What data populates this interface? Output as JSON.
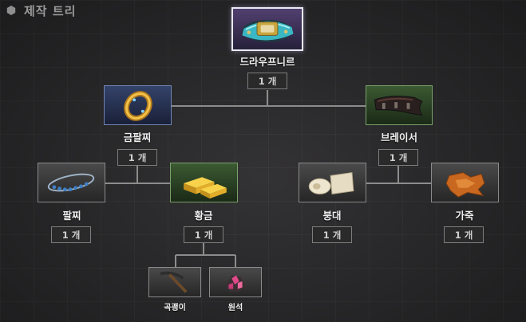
{
  "header": {
    "title": "제작 트리",
    "icon": "hexagon-icon"
  },
  "root": {
    "name": "드라우프니르",
    "qty": "1 개",
    "icon": "bracelet-icon"
  },
  "gold_bracelet": {
    "name": "금팔찌",
    "qty": "1 개",
    "icon": "gold-ring-icon"
  },
  "bracer": {
    "name": "브레이서",
    "qty": "1 개",
    "icon": "bracer-icon"
  },
  "bracelet": {
    "name": "팔찌",
    "qty": "1 개",
    "icon": "beaded-bracelet-icon"
  },
  "gold": {
    "name": "황금",
    "qty": "1 개",
    "icon": "gold-bar-icon"
  },
  "bandage": {
    "name": "붕대",
    "qty": "1 개",
    "icon": "bandage-roll-icon"
  },
  "leather": {
    "name": "가죽",
    "qty": "1 개",
    "icon": "leather-icon"
  },
  "pickaxe": {
    "name": "곡괭이",
    "icon": "pickaxe-icon"
  },
  "ore": {
    "name": "원석",
    "icon": "ore-icon"
  },
  "colors": {
    "common": "#4a4a4a",
    "rare": "#34436a",
    "uncommon": "#3b5a32",
    "epic": "#514070"
  }
}
